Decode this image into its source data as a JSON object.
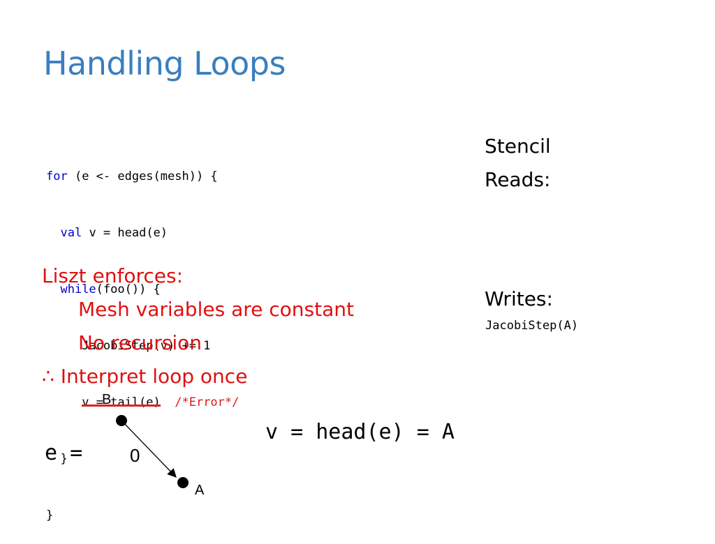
{
  "slide": {
    "title": "Handling Loops",
    "code": {
      "line1_kw": "for",
      "line1_rest": " (e <- edges(mesh)) {",
      "line2_indent": "  ",
      "line2_kw": "val",
      "line2_rest": " v = head(e)",
      "line3_indent": "  ",
      "line3_kw": "while",
      "line3_rest": "(foo()) {",
      "line4": "     JacobiStep(v) += 1",
      "line5_indent": "     ",
      "line5_struck": "v = tail(e)",
      "line5_comment": "  /*Error*/",
      "line6": "  }",
      "line7": "}"
    },
    "stencil": {
      "reads_line1": "Stencil",
      "reads_line2": "Reads:",
      "writes_label": "Writes:",
      "writes_value": "JacobiStep(A)"
    },
    "liszt": {
      "heading": "Liszt enforces:",
      "rule1": "Mesh variables are constant",
      "rule2": "No recursion",
      "conclusion": "∴ Interpret loop once"
    },
    "graph": {
      "node_b": "B",
      "node_a": "A",
      "edge_label": "0",
      "e_assign": "e =",
      "head_eq": "v = head(e) = A"
    }
  }
}
